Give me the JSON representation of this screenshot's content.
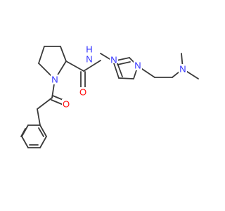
{
  "colors": {
    "bond": "#3a3a3a",
    "nitrogen": "#2c2cff",
    "oxygen": "#ff0d0d",
    "background": "#ffffff"
  },
  "labels": {
    "amide_h": "H",
    "amide_n": "N",
    "pyrazole_n2": "N",
    "pyrazole_n1": "N",
    "pyrrolidine_n": "N",
    "amide_o": "O",
    "acyl_o": "O",
    "amine_n": "N"
  }
}
